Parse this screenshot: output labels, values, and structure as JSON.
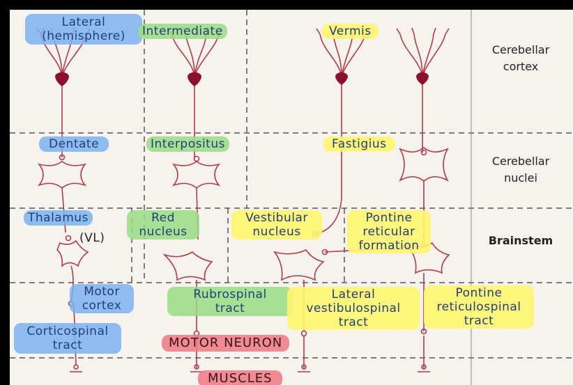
{
  "rows": {
    "cerebellar_cortex": [
      "Cerebellar",
      "cortex"
    ],
    "cerebellar_nuclei": [
      "Cerebellar",
      "nuclei"
    ],
    "brainstem": "Brainstem"
  },
  "cortex": {
    "lateral": [
      "Lateral",
      "(hemisphere)"
    ],
    "intermediate": "Intermediate",
    "vermis": "Vermis"
  },
  "nuclei": {
    "dentate": "Dentate",
    "interpositus": "Interpositus",
    "fastigius": "Fastigius"
  },
  "brainstem": {
    "thalamus": "Thalamus",
    "vl": "(VL)",
    "red_nucleus": [
      "Red",
      "nucleus"
    ],
    "vestibular_nucleus": [
      "Vestibular",
      "nucleus"
    ],
    "pontine_reticular": [
      "Pontine",
      "reticular",
      "formation"
    ]
  },
  "tracts": {
    "motor_cortex": [
      "Motor",
      "cortex"
    ],
    "corticospinal": [
      "Corticospinal",
      "tract"
    ],
    "rubrospinal": [
      "Rubrospinal",
      "tract"
    ],
    "lateral_vestibulospinal": [
      "Lateral",
      "vestibulospinal",
      "tract"
    ],
    "pontine_reticulospinal": [
      "Pontine",
      "reticulospinal",
      "tract"
    ]
  },
  "bottom": {
    "motor_neuron": "MOTOR NEURON",
    "muscles": "MUSCLES"
  },
  "colors": {
    "neuron": "#b23a4a",
    "soma_fill": "#8c1030",
    "dash": "#555555",
    "highlight_blue": "#7db2ee",
    "highlight_green": "#96dc82",
    "highlight_yellow": "#fff56e",
    "highlight_red": "#f07882"
  }
}
